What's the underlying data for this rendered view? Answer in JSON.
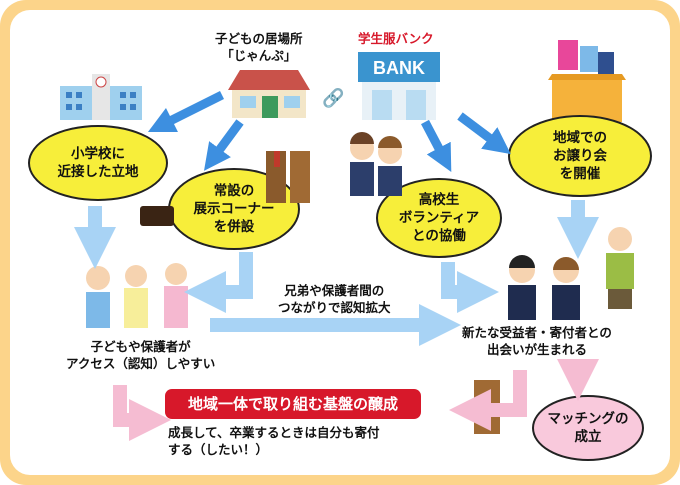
{
  "top": {
    "jyanpu_label": "子どもの居場所\n「じゃんぷ」",
    "bank_label": "学生服バンク",
    "bank_sign": "BANK"
  },
  "bubbles": {
    "school": "小学校に\n近接した立地",
    "display": "常設の\n展示コーナー\nを併設",
    "volunteer": "高校生\nボランティア\nとの協働",
    "event": "地域での\nお譲り会\nを開催",
    "matching": "マッチングの\n成立"
  },
  "texts": {
    "access": "子どもや保護者が\nアクセス（認知）しやすい",
    "network": "兄弟や保護者間の\nつながりで認知拡大",
    "new_people": "新たな受益者・寄付者との\n出会いが生まれる",
    "banner": "地域一体で取り組む基盤の醸成",
    "grow": "成長して、卒業するときは自分も寄付\nする（したい！）"
  },
  "colors": {
    "blue": "#3d8fe0",
    "lightblue": "#a8d3f5",
    "pink": "#f5bcd2",
    "red": "#d7182a",
    "yellow": "#f7ee3a"
  }
}
